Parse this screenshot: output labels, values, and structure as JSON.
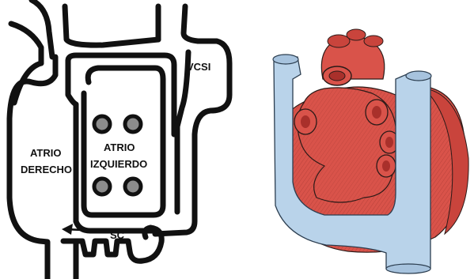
{
  "schematic": {
    "labels": {
      "vcsi": "VCSI",
      "atrio_derecho_1": "ATRIO",
      "atrio_derecho_2": "DERECHO",
      "atrio_izquierdo_1": "ATRIO",
      "atrio_izquierdo_2": "IZQUIERDO",
      "sc": "SC"
    }
  },
  "colors": {
    "outline": "#111111",
    "pv_fill": "#8c8c8c",
    "heart_red": "#d9534a",
    "heart_dark": "#a9302b",
    "vein_blue": "#b9d3ea",
    "vein_stroke": "#2c3e50"
  }
}
